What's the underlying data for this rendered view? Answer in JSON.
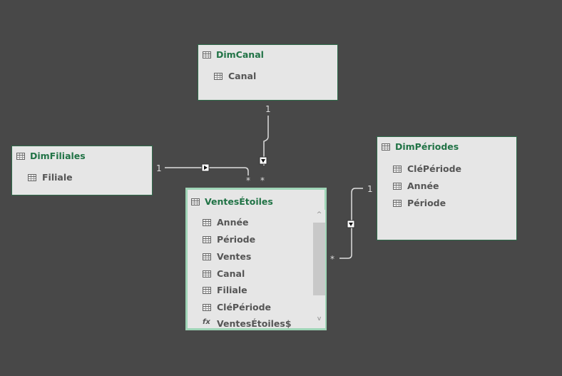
{
  "tables": {
    "dimcanal": {
      "title": "DimCanal",
      "columns": [
        "Canal"
      ]
    },
    "dimfiliales": {
      "title": "DimFiliales",
      "columns": [
        "Filiale"
      ]
    },
    "dimperiodes": {
      "title": "DimPériodes",
      "columns": [
        "CléPériode",
        "Année",
        "Période"
      ]
    },
    "ventes": {
      "title": "VentesÉtoiles",
      "columns": [
        "Année",
        "Période",
        "Ventes",
        "Canal",
        "Filiale",
        "CléPériode"
      ],
      "measure": "VentesÉtoiles$"
    }
  },
  "relationships": {
    "one": "1",
    "many": "*"
  },
  "scroll": {
    "up": "^",
    "down": "v"
  }
}
